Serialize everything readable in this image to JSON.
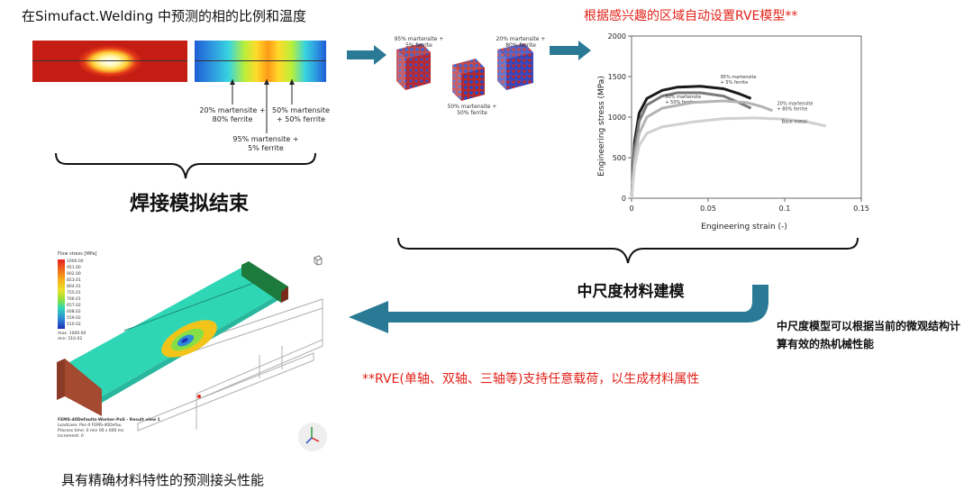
{
  "header": {
    "left_title": "在Simufact.Welding 中预测的相的比例和温度",
    "right_title": "根据感兴趣的区域自动设置RVE模型**"
  },
  "welding": {
    "labels": [
      "20% martensite + 80% ferrite",
      "95% martensite + 5% ferrite",
      "50% martensite + 50% ferrite"
    ],
    "caption": "焊接模拟结束"
  },
  "rve": {
    "labels": [
      "95% martensite + 5% ferrite",
      "20% martensite + 80% ferrite",
      "50% martensite + 50% ferrite"
    ]
  },
  "mesoscale": {
    "caption": "中尺度材料建模"
  },
  "notes": {
    "description": "中尺度模型可以根据当前的微观结构计算有效的热机械性能",
    "load_note": "**RVE(单轴、双轴、三轴等)支持任意载荷，以生成材料属性"
  },
  "result": {
    "caption": "具有精确材料特性的预测接头性能",
    "legend_title": "Flow stress [MPa]",
    "legend_values": [
      "1000.00",
      "951.00",
      "902.00",
      "853.01",
      "804.01",
      "755.01",
      "706.01",
      "657.02",
      "608.02",
      "559.02",
      "510.02"
    ],
    "legend_max": "max: 1000.00",
    "legend_min": "min:  510.02",
    "footer_lines": [
      "FEMS-40Defaults-Worker-PoS - Result view 1",
      "Loadcase: Pos-4 FEMS-40Defau",
      "Process time: 0 min 00 s 000 ms",
      "Increment: 0"
    ]
  },
  "chart_data": {
    "type": "line",
    "xlabel": "Engineering strain (-)",
    "ylabel": "Engineering stress (MPa)",
    "xlim": [
      0,
      0.15
    ],
    "ylim": [
      0,
      2000
    ],
    "xticks": [
      "0",
      "0.05",
      "0.1",
      "0.15"
    ],
    "yticks": [
      "0",
      "500",
      "1000",
      "1500",
      "2000"
    ],
    "grid": false,
    "series": [
      {
        "name": "95% martensite + 5% ferrite",
        "color": "#1a1a1a",
        "x": [
          0,
          0.002,
          0.005,
          0.01,
          0.02,
          0.03,
          0.045,
          0.06,
          0.07,
          0.078
        ],
        "y": [
          0,
          700,
          1050,
          1230,
          1330,
          1370,
          1380,
          1350,
          1290,
          1230
        ]
      },
      {
        "name": "50% martensite + 50% ferrite",
        "color": "#7a7a7a",
        "x": [
          0,
          0.002,
          0.005,
          0.01,
          0.02,
          0.03,
          0.045,
          0.06,
          0.07,
          0.078
        ],
        "y": [
          0,
          600,
          950,
          1150,
          1260,
          1300,
          1300,
          1260,
          1180,
          1110
        ]
      },
      {
        "name": "20% martensite + 80% ferrite",
        "color": "#b4b4b4",
        "x": [
          0,
          0.002,
          0.005,
          0.01,
          0.02,
          0.04,
          0.06,
          0.075,
          0.085,
          0.092
        ],
        "y": [
          0,
          500,
          800,
          1000,
          1110,
          1180,
          1200,
          1180,
          1130,
          1080
        ]
      },
      {
        "name": "Base metal",
        "color": "#d0d0d0",
        "x": [
          0,
          0.002,
          0.005,
          0.01,
          0.02,
          0.04,
          0.06,
          0.08,
          0.1,
          0.115,
          0.127
        ],
        "y": [
          0,
          400,
          650,
          800,
          880,
          940,
          980,
          990,
          975,
          940,
          890
        ]
      }
    ]
  },
  "icons": {
    "arrow_color": "#2a7a96",
    "accent_red": "#e2231a"
  }
}
